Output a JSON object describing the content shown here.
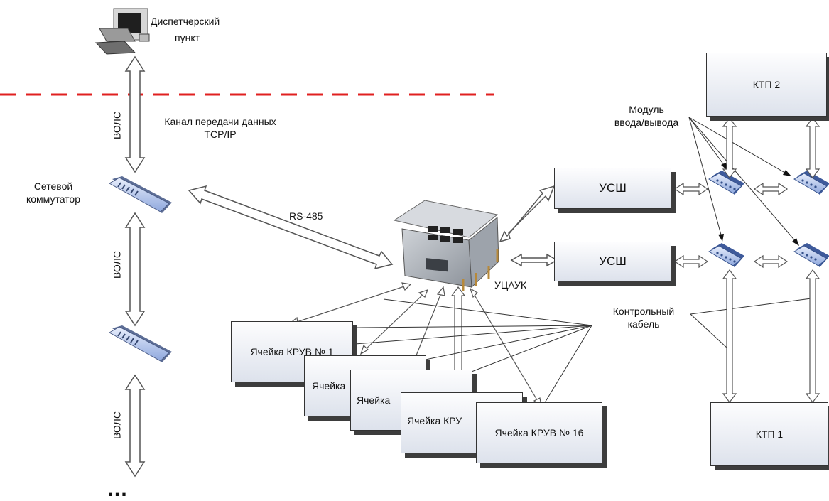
{
  "dispatch_label": [
    "Диспетчерский",
    "пункт"
  ],
  "channel_label": [
    "Канал передачи данных",
    "TCP/IP"
  ],
  "volc_label": "ВОЛС",
  "switch_label": [
    "Сетевой",
    "коммутатор"
  ],
  "rs485_label": "RS-485",
  "controller_label": "УЦАУК",
  "module_label": [
    "Модуль",
    "ввода/вывода"
  ],
  "cable_label": [
    "Контрольный",
    "кабель"
  ],
  "usw_label": "УСШ",
  "ktp2_label": "КТП 2",
  "ktp1_label": "КТП 1",
  "cells": [
    {
      "label": "Ячейка КРУВ № 1"
    },
    {
      "label": "Ячейка"
    },
    {
      "label": "Ячейка"
    },
    {
      "label": "Ячейка КРУ"
    },
    {
      "label": "Ячейка КРУВ № 16"
    }
  ],
  "continuation": "…",
  "colors": {
    "dashed_line": "#e02020",
    "box_shadow": "#3d3d3d",
    "switch_blue": "#9ab4e8"
  }
}
